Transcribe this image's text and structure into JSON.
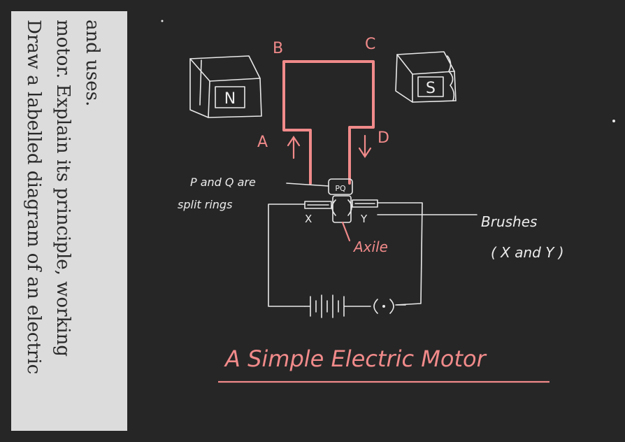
{
  "question": {
    "line1": "Draw a labelled diagram of an electric",
    "line2": "motor. Explain its principle, working",
    "line3": "and uses."
  },
  "labels": {
    "pole_n": "N",
    "pole_s": "S",
    "point_a": "A",
    "point_b": "B",
    "point_c": "C",
    "point_d": "D",
    "split_rings_1": "P and Q are",
    "split_rings_2": "split rings",
    "ring_pq": "PQ",
    "brush_x": "X",
    "brush_y": "Y",
    "axle": "Axile",
    "brushes_1": "Brushes",
    "brushes_2": "( X and Y )",
    "title": "A Simple Electric Motor"
  },
  "colors": {
    "background": "#262626",
    "chalk": "#e8e8e8",
    "highlight": "#f18a8a",
    "paper": "#dcdcdc"
  }
}
